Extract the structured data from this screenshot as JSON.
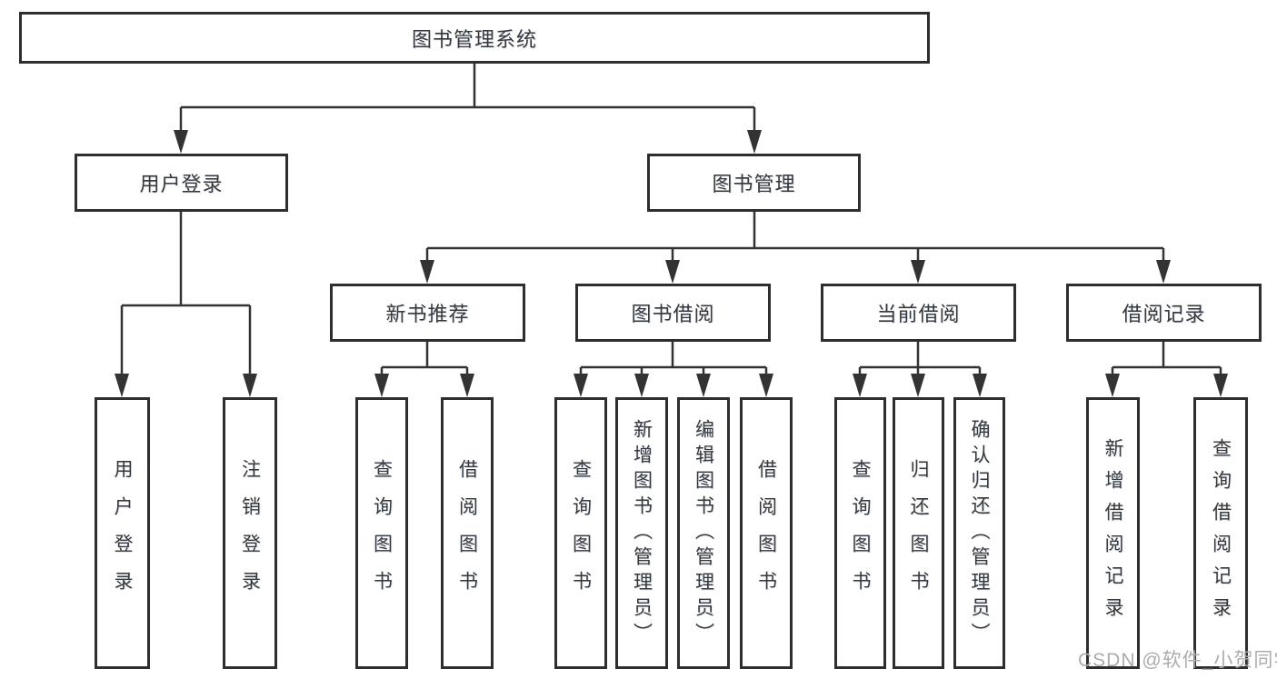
{
  "tree": {
    "root": "图书管理系统",
    "level2": [
      {
        "label": "用户登录"
      },
      {
        "label": "图书管理"
      }
    ],
    "level3": [
      {
        "label": "新书推荐"
      },
      {
        "label": "图书借阅"
      },
      {
        "label": "当前借阅"
      },
      {
        "label": "借阅记录"
      }
    ],
    "leaves": [
      {
        "label": "用户登录",
        "parent": "用户登录"
      },
      {
        "label": "注销登录",
        "parent": "用户登录"
      },
      {
        "label": "查询图书",
        "parent": "新书推荐"
      },
      {
        "label": "借阅图书",
        "parent": "新书推荐"
      },
      {
        "label": "查询图书",
        "parent": "图书借阅"
      },
      {
        "label": "新增图书（管理员）",
        "parent": "图书借阅"
      },
      {
        "label": "编辑图书（管理员）",
        "parent": "图书借阅"
      },
      {
        "label": "借阅图书",
        "parent": "图书借阅"
      },
      {
        "label": "查询图书",
        "parent": "当前借阅"
      },
      {
        "label": "归还图书",
        "parent": "当前借阅"
      },
      {
        "label": "确认归还（管理员）",
        "parent": "当前借阅"
      },
      {
        "label": "新增借阅记录",
        "parent": "借阅记录"
      },
      {
        "label": "查询借阅记录",
        "parent": "借阅记录"
      }
    ]
  },
  "watermark": "CSDN @软件_小贺同学",
  "colors": {
    "line": "#333333",
    "box_border": "#2e2e2e",
    "text": "#383838",
    "watermark": "#acacac",
    "background": "#ffffff"
  }
}
